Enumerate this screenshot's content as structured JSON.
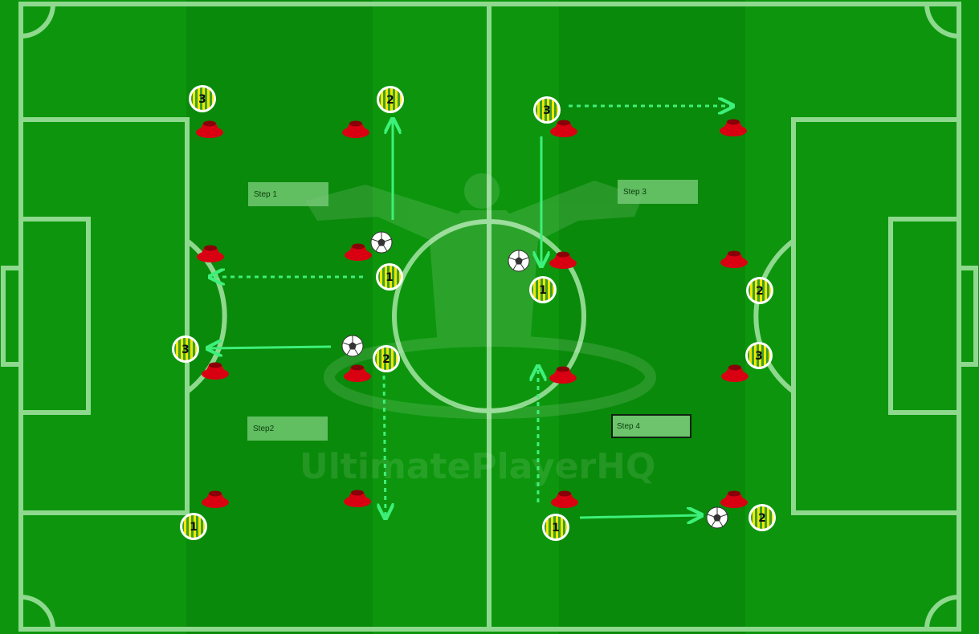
{
  "colors": {
    "grass_dark": "#0a8f0a",
    "grass_light": "#14a014",
    "lines": "#8fd98f",
    "cone": "#d90012",
    "cone_top": "#8a0008",
    "player_stripe_a": "#f2e600",
    "player_stripe_b": "#3aa12a",
    "arrow": "#3df07a",
    "label_box": "#7fcf7f"
  },
  "watermark": "UltimatePlayerHQ",
  "steps": [
    {
      "name": "step-1",
      "label": "Step 1"
    },
    {
      "name": "step-2",
      "label": "Step2"
    },
    {
      "name": "step-3",
      "label": "Step 3"
    },
    {
      "name": "step-4",
      "label": "Step 4"
    }
  ],
  "players": [
    "3",
    "2",
    "1",
    "3",
    "2",
    "1",
    "3",
    "1",
    "1",
    "2",
    "3",
    "2"
  ],
  "icons": {
    "cone": "training-cone-icon",
    "ball": "soccer-ball-icon",
    "player": "player-marker-icon"
  }
}
